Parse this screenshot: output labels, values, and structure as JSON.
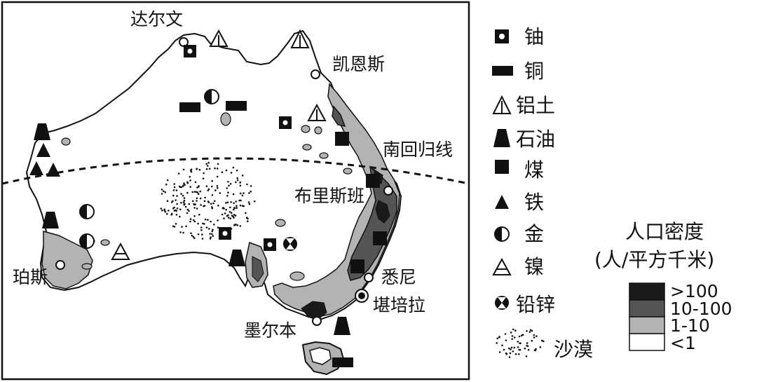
{
  "map": {
    "cities": {
      "darwin": "达尔文",
      "cairns": "凯恩斯",
      "brisbane": "布里斯班",
      "sydney": "悉尼",
      "canberra": "堪培拉",
      "melbourne": "墨尔本",
      "perth": "珀斯"
    },
    "tropic_label": "南回归线"
  },
  "legend": {
    "uranium": "铀",
    "copper": "铜",
    "bauxite": "铝土",
    "oil": "石油",
    "coal": "煤",
    "iron": "铁",
    "gold": "金",
    "nickel": "镍",
    "lead_zinc": "铅锌",
    "desert": "沙漠",
    "density_title": "人口密度",
    "density_unit": "(人/平方千米)",
    "density_classes": [
      ">100",
      "10-100",
      "1-10",
      "<1"
    ],
    "density_colors": [
      "#1a1a1a",
      "#555555",
      "#b3b3b3",
      "#ffffff"
    ]
  }
}
